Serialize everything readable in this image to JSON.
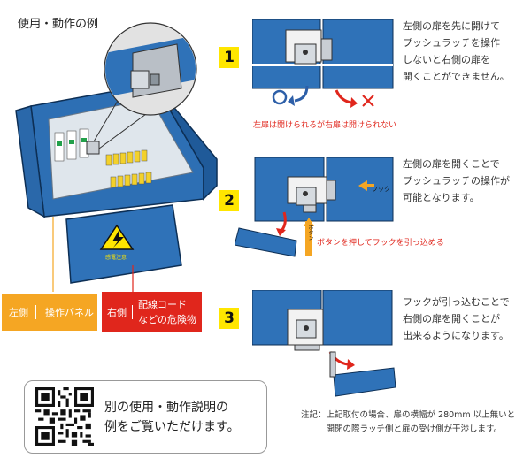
{
  "title": "使用・動作の例",
  "steps": [
    {
      "num": "1",
      "text": "左側の扉を先に開けて\nプッシュラッチを操作\nしないと右側の扉を\n開くことができません。"
    },
    {
      "num": "2",
      "text": "左側の扉を開くことで\nプッシュラッチの操作が\n可能となります。"
    },
    {
      "num": "3",
      "text": "フックが引っ込むことで\n右側の扉を開くことが\n出来るようになります。"
    }
  ],
  "step1_caption": "左扉は開けられるが右扉は開けられない",
  "step2_caption": "ボタンを押してフックを引っ込める",
  "label_hook": "フック",
  "label_button": "ボタン",
  "warning_label": "感電注意",
  "legend": {
    "left_side": "左側",
    "left_desc": "操作パネル",
    "right_side": "右側",
    "right_desc": "配線コード\nなどの危険物"
  },
  "qr_text": "別の使用・動作説明の\n例をご覧いただけます。",
  "note": "注記：上記取付の場合、扉の横幅が 280mm 以上無いと\n　　　開閉の際ラッチ側と扉の受け側が干渉します。",
  "colors": {
    "door_blue": "#2f72b8",
    "accent_yellow": "#ffe600",
    "orange": "#f5a623",
    "red": "#e0261c"
  }
}
